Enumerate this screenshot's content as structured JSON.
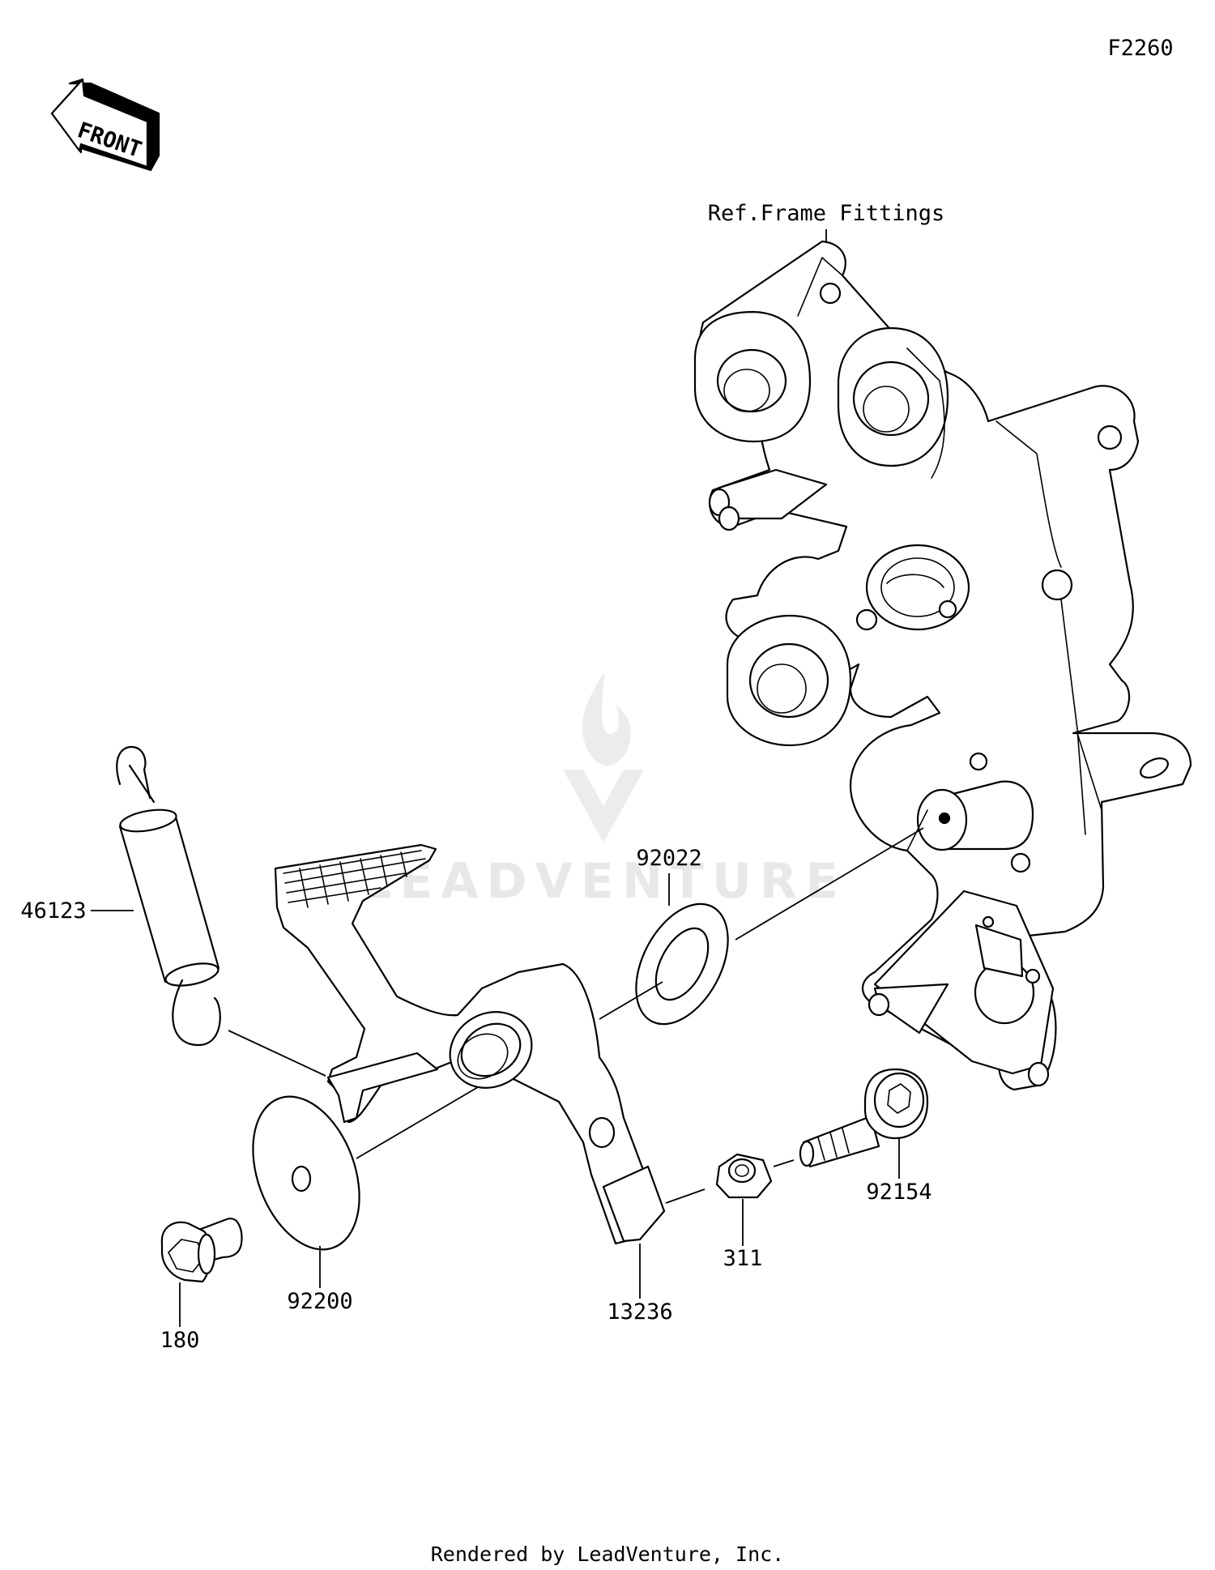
{
  "diagram": {
    "figure_code": "F2260",
    "front_arrow_label": "FRONT",
    "reference_label": "Ref.Frame Fittings",
    "watermark_text": "LEADVENTURE",
    "footer": "Rendered by LeadVenture, Inc.",
    "parts": [
      {
        "id": "spring",
        "number": "46123"
      },
      {
        "id": "washer-large",
        "number": "92022"
      },
      {
        "id": "washer-flat",
        "number": "92200"
      },
      {
        "id": "bolt-flange",
        "number": "180"
      },
      {
        "id": "brake-pedal",
        "number": "13236"
      },
      {
        "id": "nut",
        "number": "311"
      },
      {
        "id": "bolt-socket",
        "number": "92154"
      }
    ]
  }
}
